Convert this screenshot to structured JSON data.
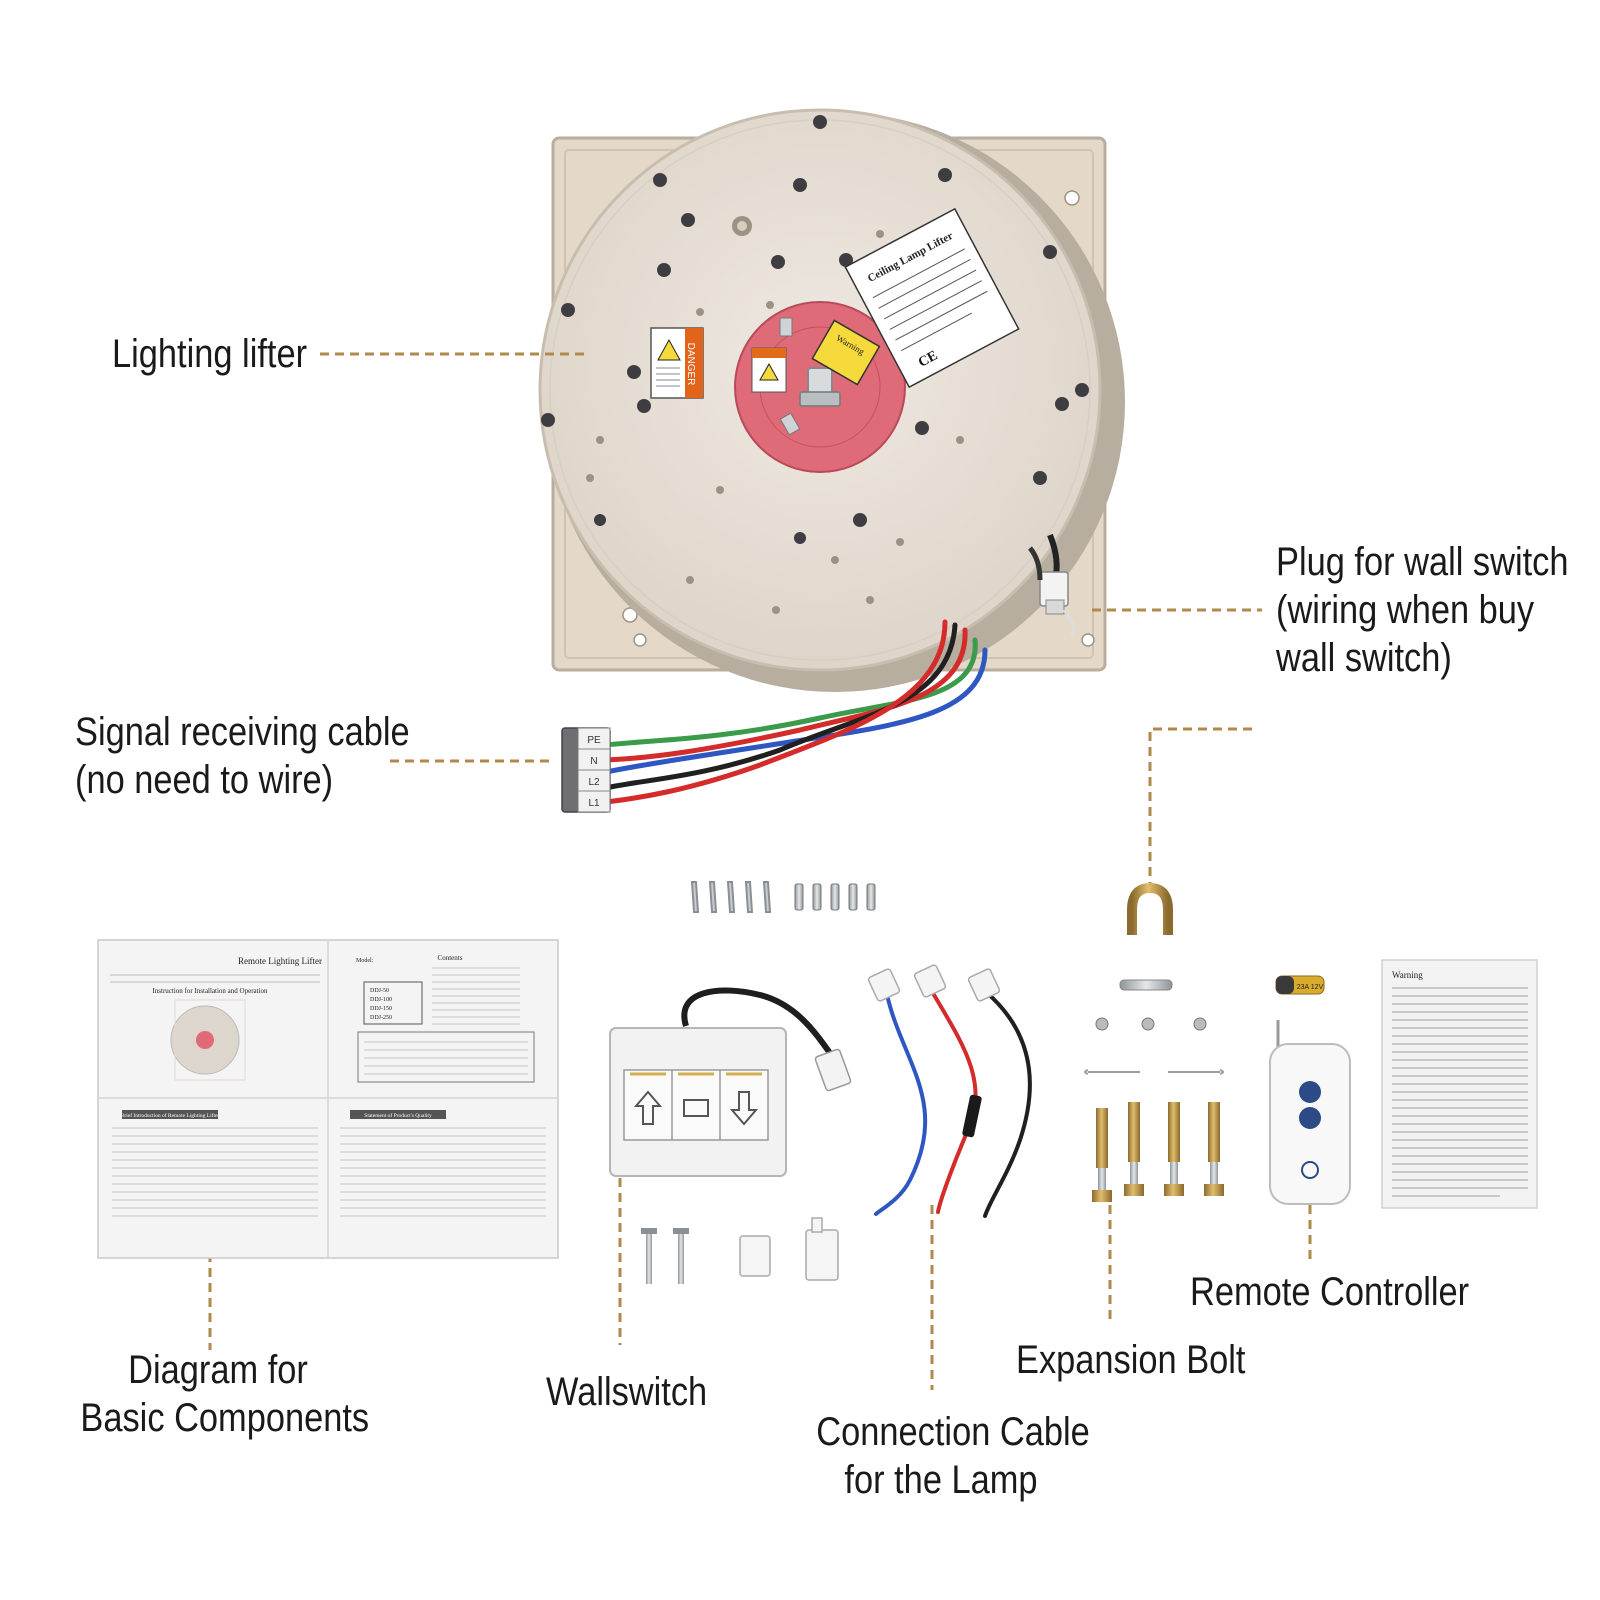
{
  "labels": {
    "lighting_lifter": "Lighting lifter",
    "plug_line1": "Plug for wall switch",
    "plug_line2": "(wiring when buy",
    "plug_line3": "wall switch)",
    "signal_line1": "Signal receiving cable",
    "signal_line2": "(no need to wire)",
    "diagram_line1": "Diagram for",
    "diagram_line2": "Basic Components",
    "wallswitch": "Wallswitch",
    "cable_line1": "Connection Cable",
    "cable_line2": "for the Lamp",
    "expansion_bolt": "Expansion Bolt",
    "remote_controller": "Remote Controller"
  },
  "terminal_block": [
    "PE",
    "N",
    "L2",
    "L1"
  ],
  "product_labels": {
    "danger": "DANGER",
    "warning": "Warning",
    "ce": "CE",
    "nameplate": "Ceiling Lamp Lifter"
  },
  "manual": {
    "title": "Remote Lighting Lifter",
    "subtitle": "Instruction for Installation and Operation",
    "contents": "Contents",
    "model_label": "Model:",
    "models": [
      "DDJ-50",
      "DDJ-100",
      "DDJ-150",
      "DDJ-250"
    ],
    "section1": "Brief Introduction of Remote Lighting Lifter",
    "section2": "Statement of Product's Quality"
  },
  "warning_card": {
    "title": "Warning"
  },
  "battery": {
    "label": "23A 12V"
  },
  "colors": {
    "accent_dashed": "#b08a4a",
    "lifter_disc": "#e9e1d8",
    "lifter_plate": "#e6dccd",
    "hub": "#df6a78",
    "wire_red": "#d42b2b",
    "wire_blue": "#2f57c4",
    "wire_green": "#3a9b4a",
    "wire_black": "#202020",
    "brass": "#c69b4b"
  }
}
